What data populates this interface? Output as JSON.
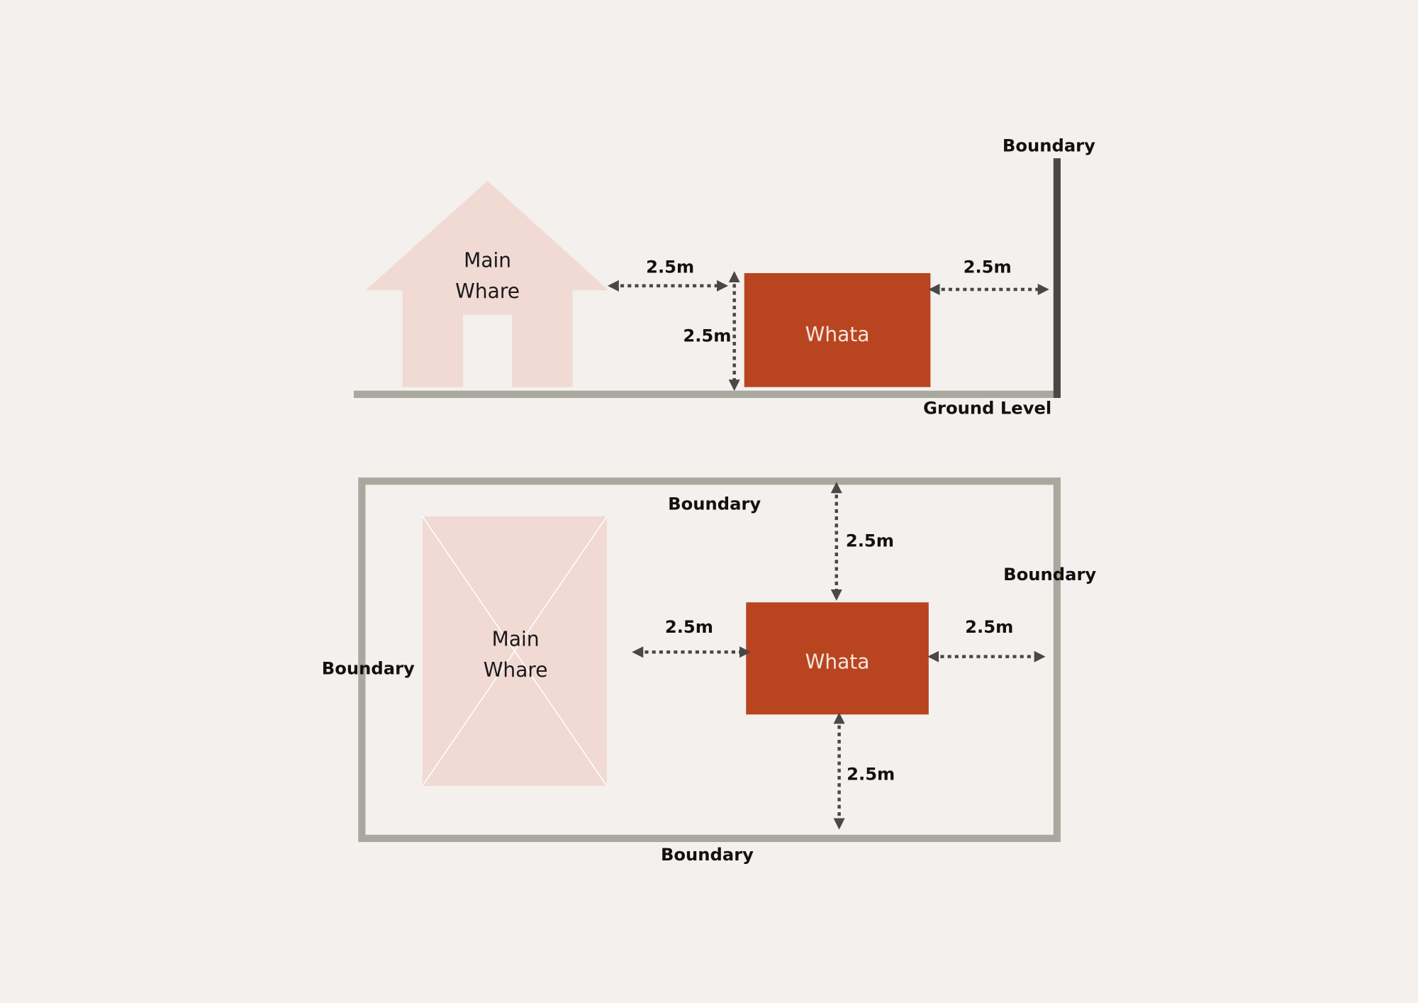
{
  "colors": {
    "background": "#f4f0ed",
    "whata": "#b84520",
    "main_whare": "#f0dad3",
    "boundary_line": "#a8a89e",
    "boundary_post": "#4a4846",
    "arrow": "#4a4846"
  },
  "elevation": {
    "main_whare_line1": "Main",
    "main_whare_line2": "Whare",
    "whata": "Whata",
    "boundary": "Boundary",
    "ground_level": "Ground Level",
    "dist_house_whata": "2.5m",
    "dist_height": "2.5m",
    "dist_whata_boundary": "2.5m"
  },
  "plan": {
    "main_whare_line1": "Main",
    "main_whare_line2": "Whare",
    "whata": "Whata",
    "boundary_top": "Boundary",
    "boundary_right": "Boundary",
    "boundary_left": "Boundary",
    "boundary_bottom": "Boundary",
    "dist_top": "2.5m",
    "dist_left": "2.5m",
    "dist_right": "2.5m",
    "dist_bottom": "2.5m"
  }
}
